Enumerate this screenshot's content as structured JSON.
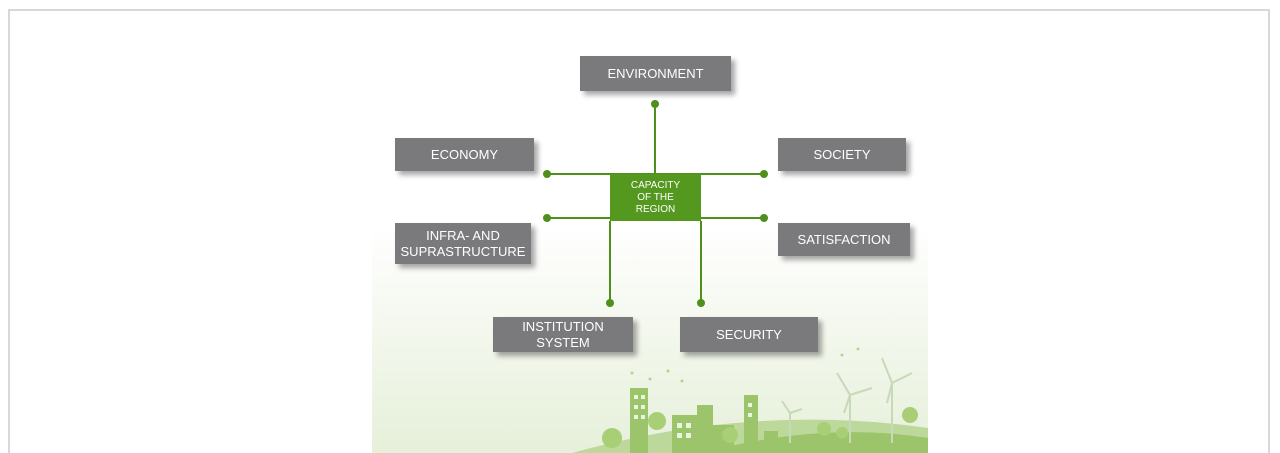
{
  "diagram": {
    "center_label": "CAPACITY\nOF THE\nREGION",
    "nodes": {
      "environment": "ENVIRONMENT",
      "economy": "ECONOMY",
      "society": "SOCIETY",
      "infrastructure": "INFRA- AND\nSUPRASTRUCTURE",
      "satisfaction": "SATISFACTION",
      "institution_system": "INSTITUTION SYSTEM",
      "security": "SECURITY"
    },
    "colors": {
      "node_fill": "#7a7a7c",
      "center_fill": "#559820",
      "connector": "#4f8f1c"
    }
  }
}
